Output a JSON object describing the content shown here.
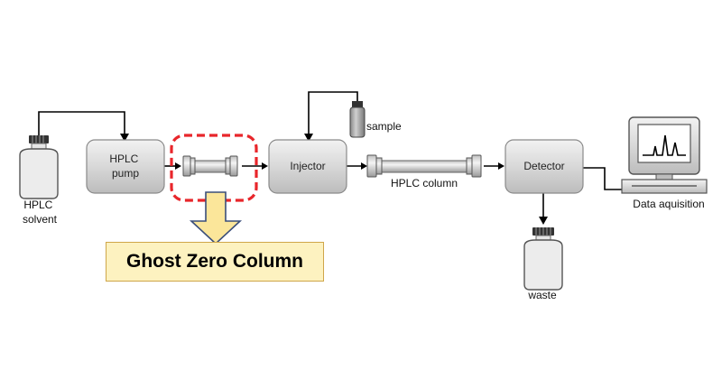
{
  "labels": {
    "solvent": [
      "HPLC",
      "solvent"
    ],
    "pump": [
      "HPLC",
      "pump"
    ],
    "injector": "Injector",
    "sample": "sample",
    "column": "HPLC column",
    "detector": "Detector",
    "waste": "waste",
    "data": "Data aquisition"
  },
  "callout": {
    "text": "Ghost Zero Column"
  },
  "colors": {
    "highlight_dash": "#e8262b",
    "callout_fill": "#fdf2c0",
    "callout_border": "#cfa64a",
    "arrow_fill": "#fbe69a",
    "box_fill": "#d9d9d9",
    "line": "#000000"
  },
  "icons": {
    "solvent_bottle": "bottle-icon",
    "sample_vial": "vial-icon",
    "waste_bottle": "bottle-icon",
    "computer": "computer-monitor-icon",
    "column_tube": "column-icon"
  }
}
